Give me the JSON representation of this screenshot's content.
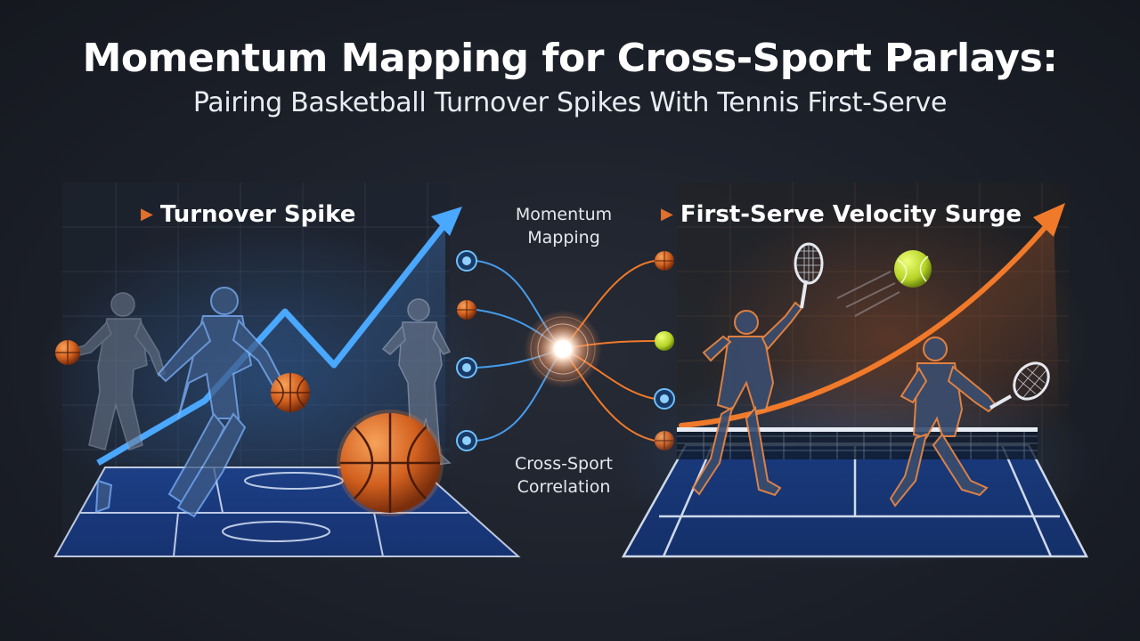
{
  "title": "Momentum Mapping for Cross-Sport Parlays:",
  "subtitle": "Pairing Basketball Turnover Spikes With Tennis First-Serve",
  "left_panel": {
    "heading": "Turnover Spike"
  },
  "right_panel": {
    "heading": "First-Serve Velocity Surge"
  },
  "center": {
    "top_label_line1": "Momentum",
    "top_label_line2": "Mapping",
    "bottom_label_line1": "Cross-Sport",
    "bottom_label_line2": "Correlation"
  },
  "colors": {
    "blue_accent": "#4aa8ff",
    "orange_accent": "#f07a2a",
    "court_blue": "#1f4fa8",
    "background": "#1c2029"
  },
  "icons": [
    "basketball-icon",
    "tennis-ball-icon",
    "tennis-racket-icon",
    "arrow-up-icon"
  ]
}
